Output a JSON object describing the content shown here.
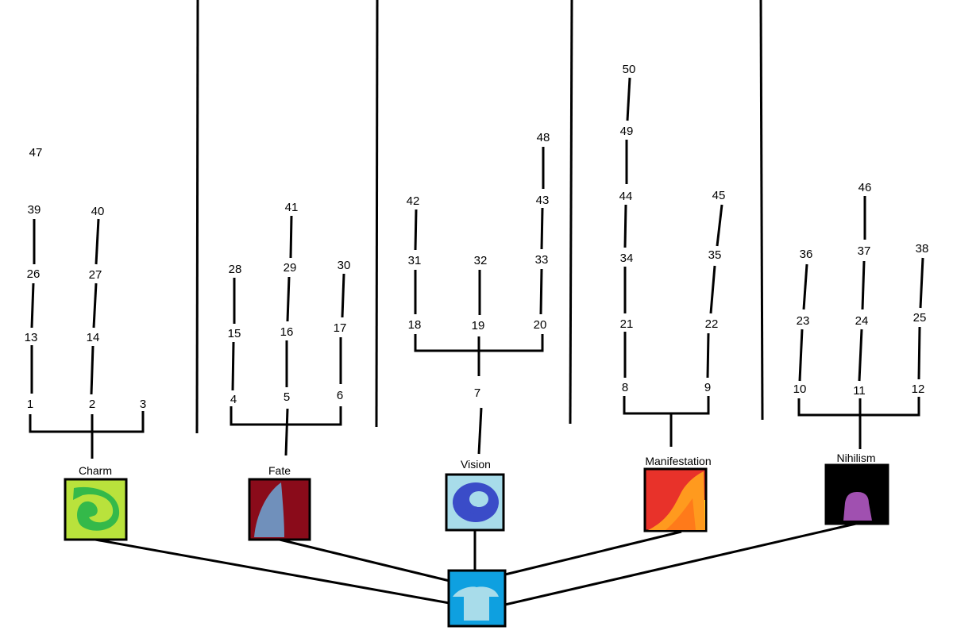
{
  "root": {
    "name": "root",
    "icon": "lightblue-silhouette-icon",
    "bg": "#0ea0e0",
    "fg": "#a8dcea"
  },
  "schools": [
    {
      "key": "charm",
      "label": "Charm",
      "icon": "green-spiral-icon",
      "colors": {
        "bg": "#b9e23c",
        "fg": "#34b94a"
      },
      "branches": [
        [
          "1",
          "13",
          "26",
          "39",
          "47"
        ],
        [
          "2",
          "14",
          "27",
          "40"
        ],
        [
          "3"
        ]
      ]
    },
    {
      "key": "fate",
      "label": "Fate",
      "icon": "blue-fin-icon",
      "colors": {
        "bg": "#8a0b1a",
        "fg": "#7090bb"
      },
      "branches": [
        [
          "4",
          "15",
          "28"
        ],
        [
          "5",
          "16",
          "29",
          "41"
        ],
        [
          "6",
          "17",
          "30"
        ]
      ]
    },
    {
      "key": "vision",
      "label": "Vision",
      "icon": "blue-eye-ring-icon",
      "colors": {
        "bg": "#a8dcea",
        "fg": "#3a4cc8"
      },
      "trunk": "7",
      "branches": [
        [
          "18",
          "31",
          "42"
        ],
        [
          "19",
          "32"
        ],
        [
          "20",
          "33",
          "43",
          "48"
        ]
      ]
    },
    {
      "key": "manifestation",
      "label": "Manifestation",
      "icon": "flame-icon",
      "colors": {
        "bg": "#e8322a",
        "fg": "#ff9a1e",
        "accent": "#ffd21a"
      },
      "branches": [
        [
          "8",
          "21",
          "34",
          "44",
          "49",
          "50"
        ],
        [
          "9",
          "22",
          "35",
          "45"
        ]
      ]
    },
    {
      "key": "nihilism",
      "label": "Nihilism",
      "icon": "purple-bell-icon",
      "colors": {
        "bg": "#000000",
        "fg": "#a050b0"
      },
      "branches": [
        [
          "10",
          "23",
          "36"
        ],
        [
          "11",
          "24",
          "37",
          "46"
        ],
        [
          "12",
          "25",
          "38"
        ]
      ]
    }
  ]
}
